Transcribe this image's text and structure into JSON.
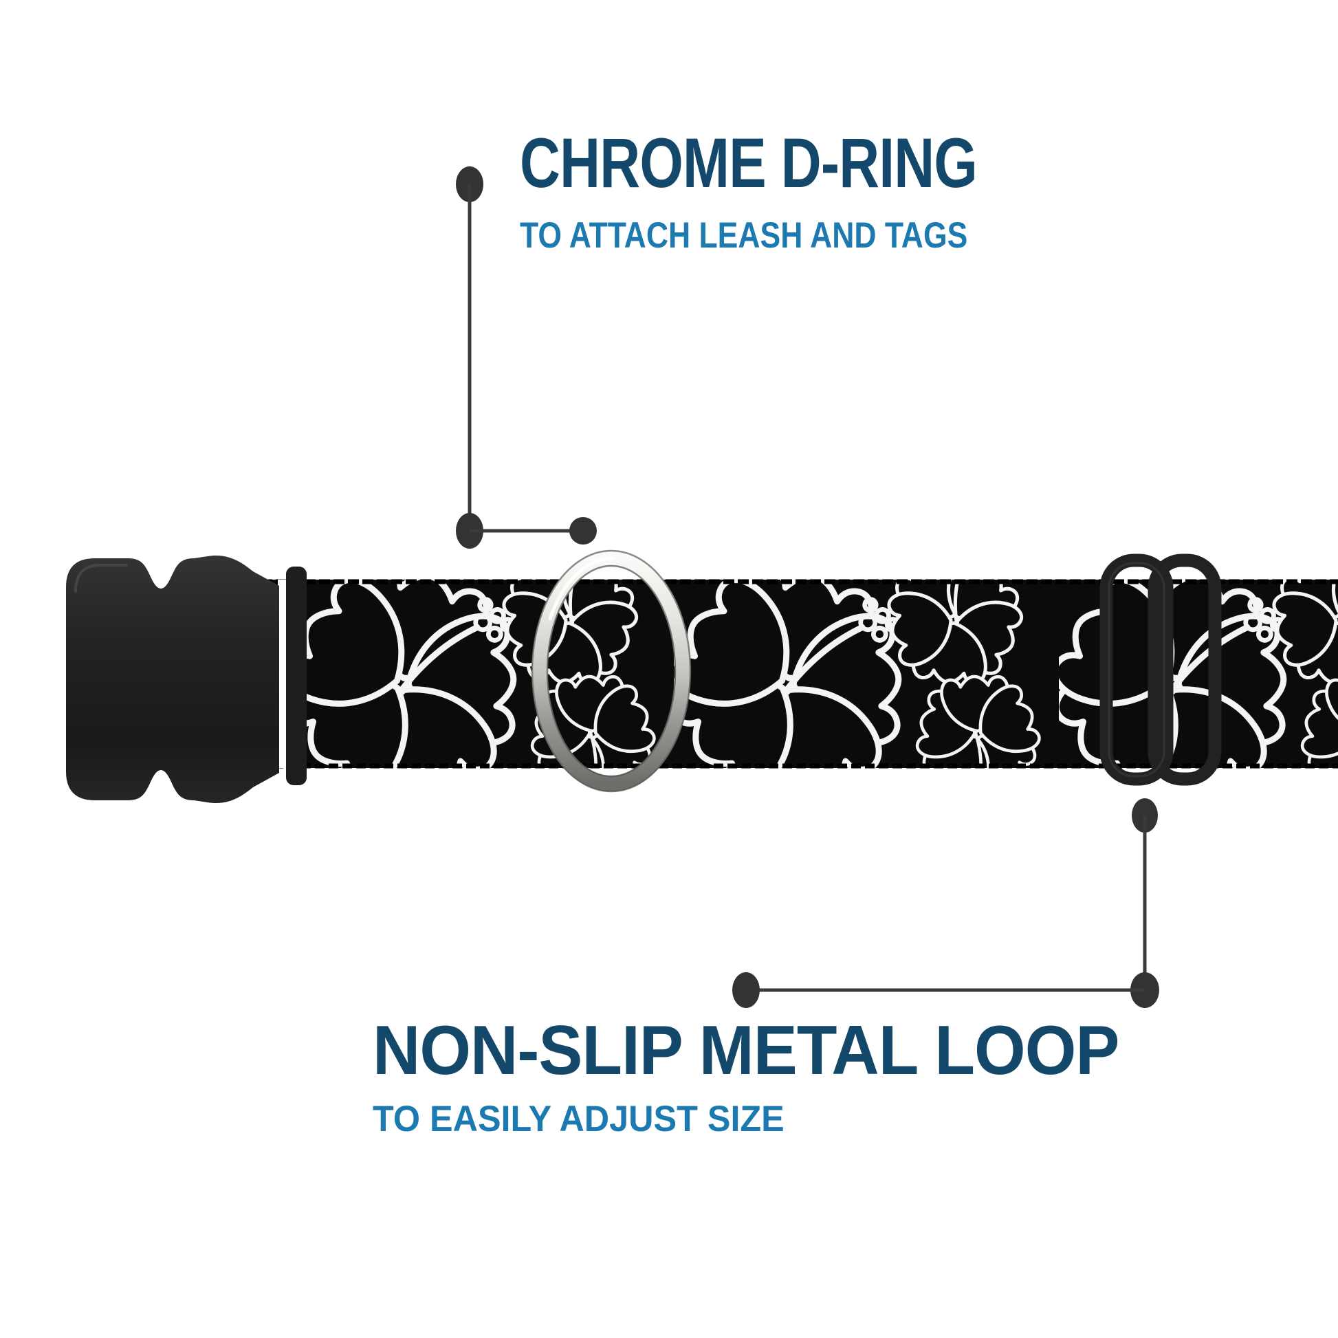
{
  "page": {
    "background": "#ffffff"
  },
  "callouts": {
    "dring": {
      "title": "CHROME D-RING",
      "subtitle": "TO ATTACH LEASH AND TAGS"
    },
    "loop": {
      "title": "NON-SLIP METAL LOOP",
      "subtitle": "TO EASILY ADJUST SIZE"
    }
  },
  "product": {
    "item": "adjustable dog collar with black webbing and white hibiscus outline pattern",
    "parts": [
      "side-release-buckle",
      "patterned-webbing-strap",
      "chrome-d-ring",
      "metal-adjuster-loop"
    ],
    "colors": {
      "title_navy": "#14486b",
      "subtitle_blue": "#1d7ab0",
      "callout_line": "#3a3a3a",
      "callout_dot": "#333333",
      "webbing_black": "#0b0b0b",
      "pattern_white": "#f4f4f4",
      "buckle_black": "#232325",
      "chrome_light": "#fafaf8",
      "chrome_dark": "#6f6d6a"
    }
  }
}
